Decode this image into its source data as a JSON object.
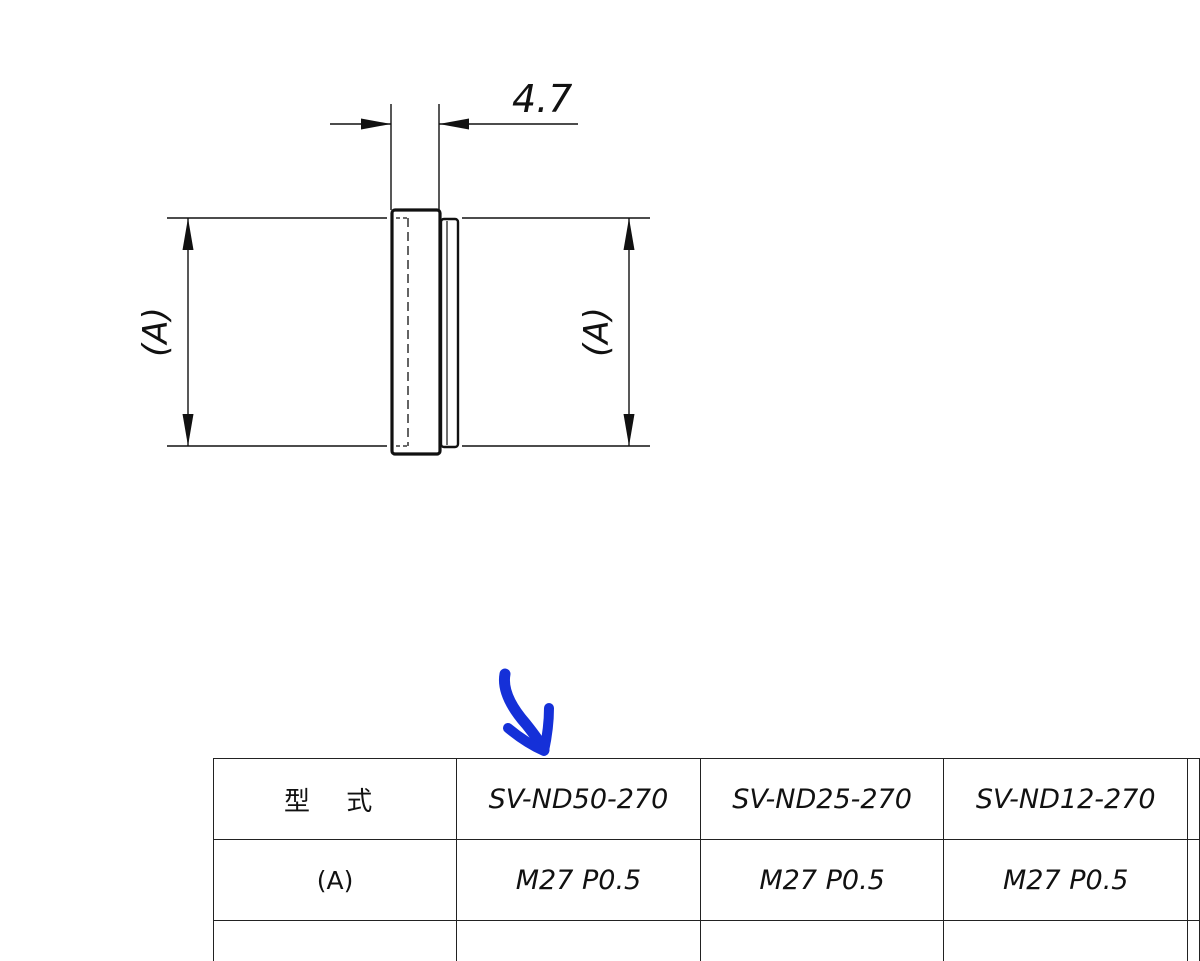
{
  "drawing": {
    "dim_width_label": "4.7",
    "dim_left_label": "(A)",
    "dim_right_label": "(A)"
  },
  "annotation": {
    "color": "#1530d8",
    "icon": "hand-drawn-arrow-icon"
  },
  "spec_table": {
    "headers": [
      "型 式",
      "SV-ND50-270",
      "SV-ND25-270",
      "SV-ND12-270"
    ],
    "rows": [
      [
        "(A)",
        "M27 P0.5",
        "M27 P0.5",
        "M27 P0.5"
      ]
    ]
  }
}
